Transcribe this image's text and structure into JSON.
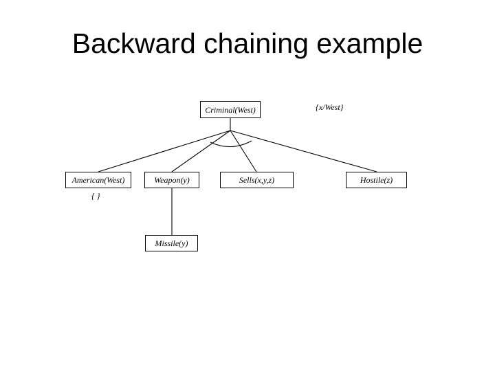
{
  "slide": {
    "title": "Backward chaining example",
    "background_color": "#ffffff",
    "ink_color": "#000000"
  },
  "diagram": {
    "type": "and-or-proof-tree",
    "nodes": [
      {
        "id": "criminal",
        "label": "Criminal(West)",
        "level": 0
      },
      {
        "id": "american",
        "label": "American(West)",
        "level": 1
      },
      {
        "id": "weapon",
        "label": "Weapon(y)",
        "level": 1
      },
      {
        "id": "sells",
        "label": "Sells(x,y,z)",
        "level": 1
      },
      {
        "id": "hostile",
        "label": "Hostile(z)",
        "level": 1
      },
      {
        "id": "missile",
        "label": "Missile(y)",
        "level": 2
      }
    ],
    "substitutions": [
      {
        "id": "x-west",
        "label": "{x/West}",
        "attached_to": "criminal"
      },
      {
        "id": "empty",
        "label": "{ }",
        "attached_to": "american"
      }
    ],
    "edges": [
      {
        "from": "criminal",
        "to": "american"
      },
      {
        "from": "criminal",
        "to": "weapon"
      },
      {
        "from": "criminal",
        "to": "sells"
      },
      {
        "from": "criminal",
        "to": "hostile"
      },
      {
        "from": "weapon",
        "to": "missile"
      }
    ],
    "and_arc": {
      "present": true,
      "at_node": "criminal"
    }
  }
}
